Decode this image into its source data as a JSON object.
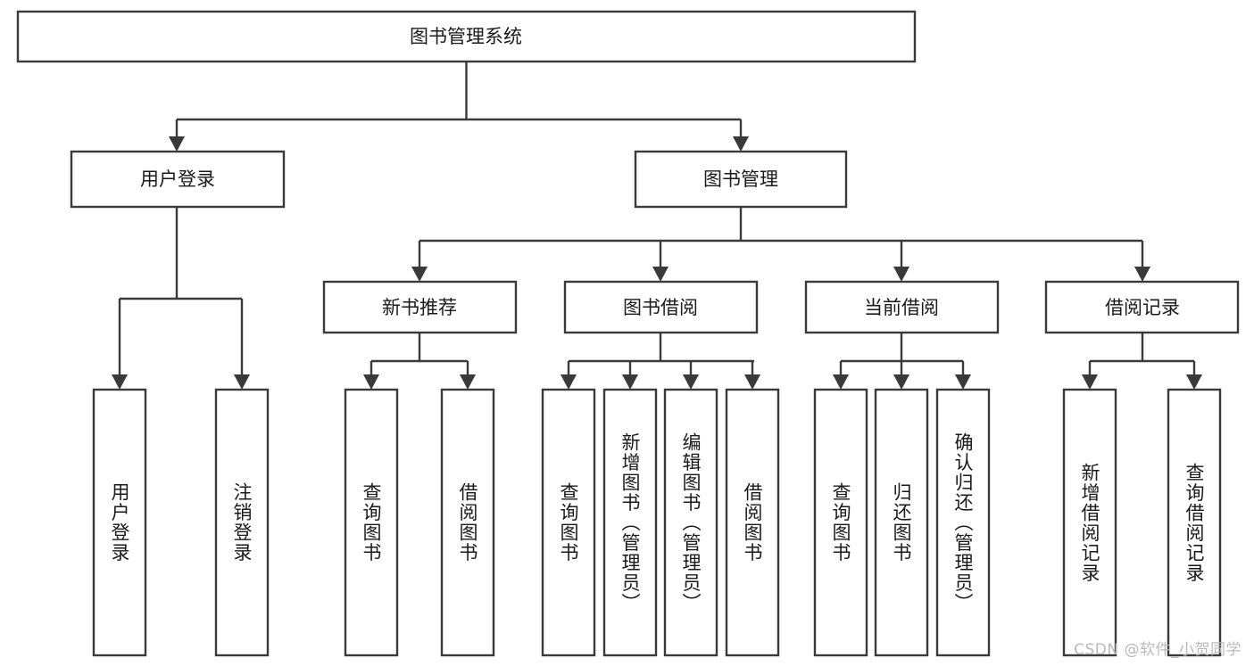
{
  "diagram": {
    "type": "tree-hierarchy-diagram",
    "title_node": {
      "label": "图书管理系统"
    },
    "level2": [
      {
        "label": "用户登录"
      },
      {
        "label": "图书管理"
      }
    ],
    "level3": [
      {
        "label": "新书推荐"
      },
      {
        "label": "图书借阅"
      },
      {
        "label": "当前借阅"
      },
      {
        "label": "借阅记录"
      }
    ],
    "leaves": {
      "user_login": [
        {
          "label": "用户登录"
        },
        {
          "label": "注销登录"
        }
      ],
      "new_book_recommend": [
        {
          "label": "查询图书"
        },
        {
          "label": "借阅图书"
        }
      ],
      "book_borrow": [
        {
          "label": "查询图书"
        },
        {
          "label": "新增图书（管理员）"
        },
        {
          "label": "编辑图书（管理员）"
        },
        {
          "label": "借阅图书"
        }
      ],
      "current_borrow": [
        {
          "label": "查询图书"
        },
        {
          "label": "归还图书"
        },
        {
          "label": "确认归还（管理员）"
        }
      ],
      "borrow_record": [
        {
          "label": "新增借阅记录"
        },
        {
          "label": "查询借阅记录"
        }
      ]
    }
  },
  "watermark": {
    "text": "CSDN @软件_小贺同学"
  },
  "colors": {
    "stroke": "#3a3a3a",
    "box_fill": "#ffffff",
    "text": "#1a1a1a",
    "background": "#ffffff",
    "watermark": "#b9b9b9"
  }
}
